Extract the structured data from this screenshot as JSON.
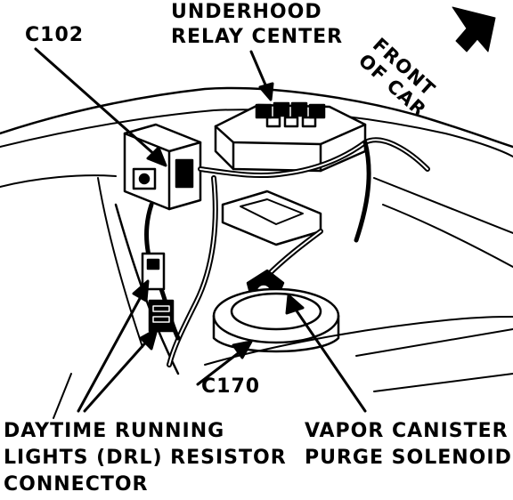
{
  "labels": {
    "underhood_relay_center": [
      "UNDERHOOD",
      "RELAY CENTER"
    ],
    "c102": "C102",
    "front_of_car": [
      "FRONT",
      "OF CAR"
    ],
    "c170": "C170",
    "drl_resistor_connector": [
      "DAYTIME RUNNING",
      "LIGHTS (DRL) RESISTOR",
      "CONNECTOR"
    ],
    "vapor_canister_purge_solenoid": [
      "VAPOR CANISTER",
      "PURGE SOLENOID"
    ]
  },
  "colors": {
    "ink": "#000000",
    "paper": "#ffffff"
  }
}
